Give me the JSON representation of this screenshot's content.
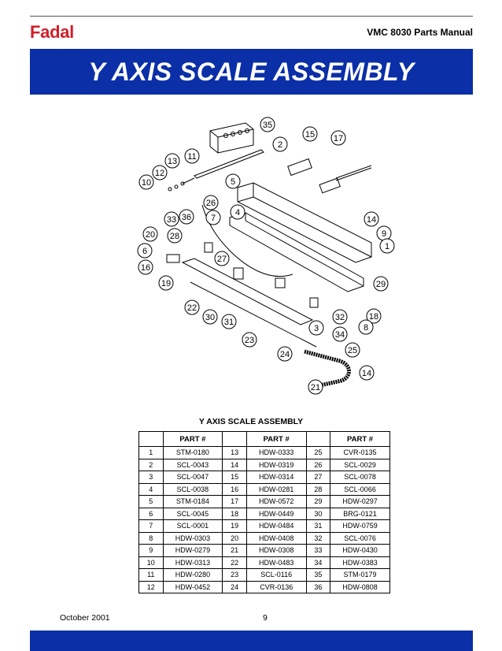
{
  "header": {
    "brand": "Fadal",
    "manual_title": "VMC 8030 Parts Manual",
    "banner_title": "Y AXIS SCALE ASSEMBLY"
  },
  "diagram": {
    "callouts": [
      "35",
      "15",
      "17",
      "2",
      "11",
      "13",
      "12",
      "10",
      "5",
      "26",
      "4",
      "33",
      "36",
      "7",
      "14",
      "9",
      "1",
      "20",
      "28",
      "6",
      "27",
      "16",
      "19",
      "29",
      "22",
      "30",
      "31",
      "32",
      "18",
      "8",
      "3",
      "34",
      "23",
      "24",
      "25",
      "14",
      "21"
    ]
  },
  "parts_table": {
    "title": "Y AXIS SCALE ASSEMBLY",
    "headers": [
      "",
      "PART #",
      "",
      "PART #",
      "",
      "PART #"
    ],
    "rows": [
      [
        "1",
        "STM-0180",
        "13",
        "HDW-0333",
        "25",
        "CVR-0135"
      ],
      [
        "2",
        "SCL-0043",
        "14",
        "HDW-0319",
        "26",
        "SCL-0029"
      ],
      [
        "3",
        "SCL-0047",
        "15",
        "HDW-0314",
        "27",
        "SCL-0078"
      ],
      [
        "4",
        "SCL-0038",
        "16",
        "HDW-0281",
        "28",
        "SCL-0066"
      ],
      [
        "5",
        "STM-0184",
        "17",
        "HDW-0572",
        "29",
        "HDW-0297"
      ],
      [
        "6",
        "SCL-0045",
        "18",
        "HDW-0449",
        "30",
        "BRG-0121"
      ],
      [
        "7",
        "SCL-0001",
        "19",
        "HDW-0484",
        "31",
        "HDW-0759"
      ],
      [
        "8",
        "HDW-0303",
        "20",
        "HDW-0408",
        "32",
        "SCL-0076"
      ],
      [
        "9",
        "HDW-0279",
        "21",
        "HDW-0308",
        "33",
        "HDW-0430"
      ],
      [
        "10",
        "HDW-0313",
        "22",
        "HDW-0483",
        "34",
        "HDW-0383"
      ],
      [
        "11",
        "HDW-0280",
        "23",
        "SCL-0116",
        "35",
        "STM-0179"
      ],
      [
        "12",
        "HDW-0452",
        "24",
        "CVR-0136",
        "36",
        "HDW-0808"
      ]
    ]
  },
  "footer": {
    "date": "October 2001",
    "page": "9"
  },
  "colors": {
    "brand_red": "#d0202a",
    "banner_blue": "#0a2fa6"
  }
}
